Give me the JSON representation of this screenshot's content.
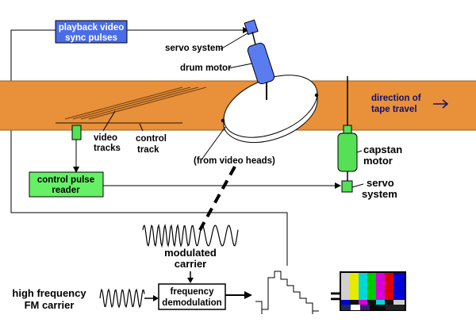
{
  "labels": {
    "playback_sync_line1": "playback video",
    "playback_sync_line2": "sync pulses",
    "servo_system_top": "servo system",
    "drum_motor": "drum motor",
    "direction_line1": "direction of",
    "direction_line2": "tape travel",
    "video_tracks_line1": "video",
    "video_tracks_line2": "tracks",
    "control_track_line1": "control",
    "control_track_line2": "track",
    "from_video_heads": "(from video heads)",
    "capstan_line1": "capstan",
    "capstan_line2": "motor",
    "servo_bottom_line1": "servo",
    "servo_bottom_line2": "system",
    "control_pulse_line1": "control pulse",
    "control_pulse_line2": "reader",
    "modulated_line1": "modulated",
    "modulated_line2": "carrier",
    "hf_line1": "high frequency",
    "hf_line2": "FM carrier",
    "freq_demod_line1": "frequency",
    "freq_demod_line2": "demodulation",
    "equals": "="
  },
  "colors": {
    "tape": "#E8913A",
    "green_box": "#66F066",
    "blue_box": "#4A6CE8",
    "motor_blue": "#5A7CF0",
    "green_part": "#55E055"
  }
}
